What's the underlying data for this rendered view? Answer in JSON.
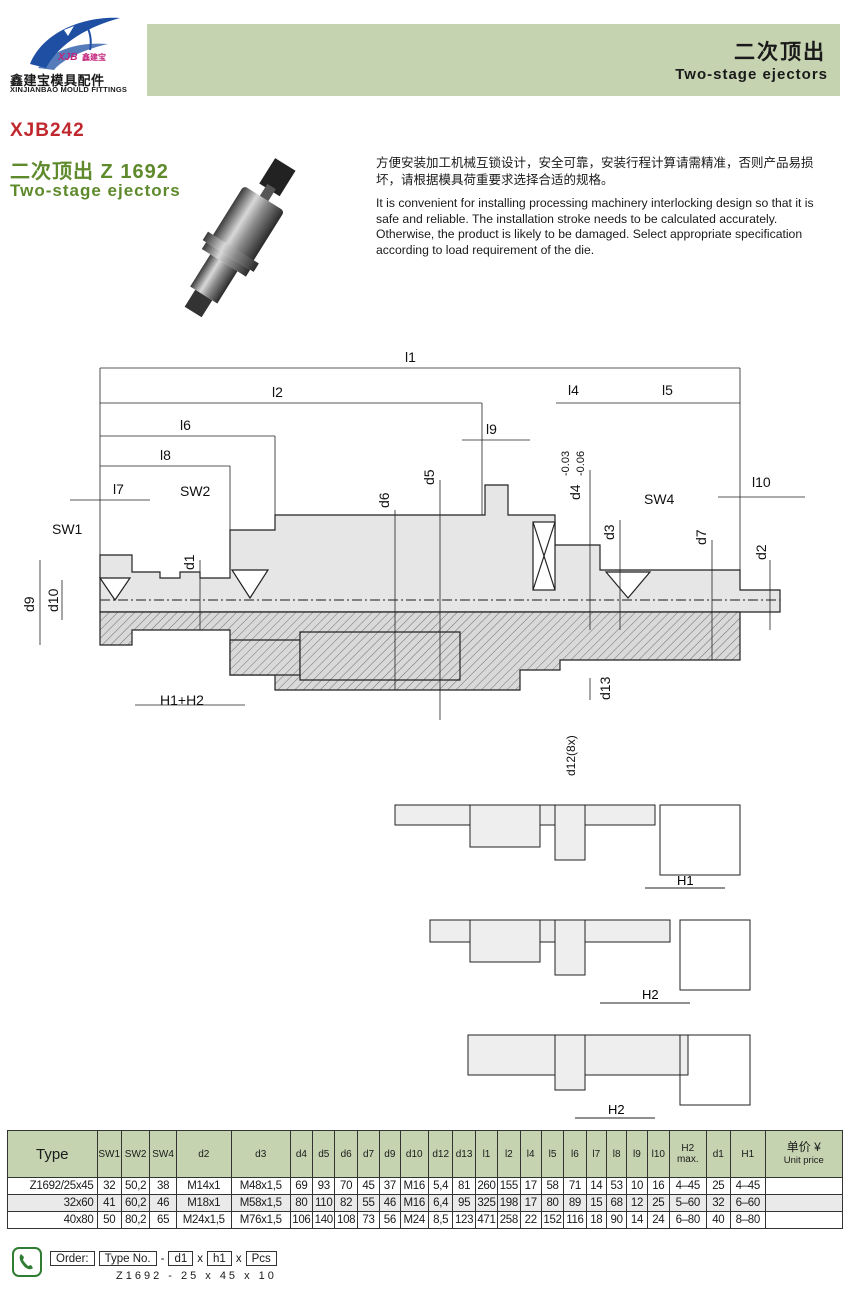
{
  "brand": {
    "badge": "XJB",
    "badge_cn": "鑫建宝",
    "name_cn": "鑫建宝模具配件",
    "name_en": "XINJIANBAO MOULD FITTINGS",
    "color_blue": "#1e4fa3",
    "color_magenta": "#c2227a"
  },
  "header": {
    "title_cn": "二次顶出",
    "title_en": "Two-stage ejectors",
    "band_color": "#c5d3b0"
  },
  "product": {
    "code": "XJB242",
    "title_cn": "二次顶出  Z 1692",
    "title_en": "Two-stage ejectors",
    "desc_cn": "方便安装加工机械互锁设计，安全可靠，安装行程计算请需精准，否则产品易损坏，请根据模具荷重要求选择合适的规格。",
    "desc_en": "It is convenient for installing processing machinery interlocking design so that it is safe and reliable. The installation stroke needs to be calculated accurately. Otherwise, the product is likely to be damaged. Select appropriate specification according to load requirement of the die."
  },
  "drawing": {
    "labels": {
      "l1": "l1",
      "l2": "l2",
      "l4": "l4",
      "l5": "l5",
      "l6": "l6",
      "l8": "l8",
      "l9": "l9",
      "l7": "l7",
      "l10": "l10",
      "sw1": "SW1",
      "sw2": "SW2",
      "sw4": "SW4",
      "d1": "d1",
      "d2": "d2",
      "d3": "d3",
      "d4": "d4",
      "d4_tol_upper": "-0.03",
      "d4_tol_lower": "-0.06",
      "d5": "d5",
      "d6": "d6",
      "d7": "d7",
      "d9": "d9",
      "d10": "d10",
      "d12": "d12(8x)",
      "d13": "d13",
      "h1h2": "H1+H2",
      "h1": "H1",
      "h2": "H2"
    }
  },
  "table": {
    "headers": [
      "Type",
      "SW1",
      "SW2",
      "SW4",
      "d2",
      "d3",
      "d4",
      "d5",
      "d6",
      "d7",
      "d9",
      "d10",
      "d12",
      "d13",
      "l1",
      "l2",
      "l4",
      "l5",
      "l6",
      "l7",
      "l8",
      "l9",
      "l10",
      "H2 max.",
      "d1",
      "H1"
    ],
    "price_cn": "单价 ¥",
    "price_en": "Unit price",
    "rows": [
      [
        "Z1692/25x45",
        "32",
        "50,2",
        "38",
        "M14x1",
        "M48x1,5",
        "69",
        "93",
        "70",
        "45",
        "37",
        "M16",
        "5,4",
        "81",
        "260",
        "155",
        "17",
        "58",
        "71",
        "14",
        "53",
        "10",
        "16",
        "4–45",
        "25",
        "4–45"
      ],
      [
        "32x60",
        "41",
        "60,2",
        "46",
        "M18x1",
        "M58x1,5",
        "80",
        "110",
        "82",
        "55",
        "46",
        "M16",
        "6,4",
        "95",
        "325",
        "198",
        "17",
        "80",
        "89",
        "15",
        "68",
        "12",
        "25",
        "5–60",
        "32",
        "6–60"
      ],
      [
        "40x80",
        "50",
        "80,2",
        "65",
        "M24x1,5",
        "M76x1,5",
        "106",
        "140",
        "108",
        "73",
        "56",
        "M24",
        "8,5",
        "123",
        "471",
        "258",
        "22",
        "152",
        "116",
        "18",
        "90",
        "14",
        "24",
        "6–80",
        "40",
        "8–80"
      ]
    ]
  },
  "order": {
    "label": "Order:",
    "fields": [
      "Type No.",
      "-",
      "d1",
      "x",
      "h1",
      "x",
      "Pcs"
    ],
    "example": "Z1692 - 25 x 45 x 10"
  }
}
